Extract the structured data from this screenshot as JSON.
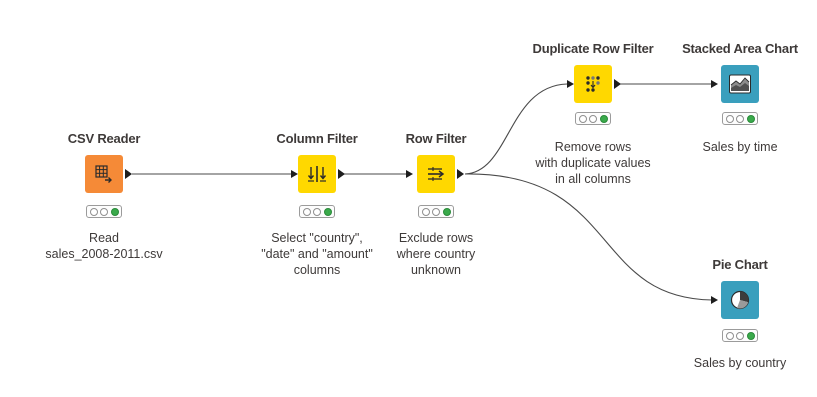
{
  "workflow": {
    "nodes": [
      {
        "id": "csv-reader",
        "title": "CSV Reader",
        "label": "Read\nsales_2008-2011.csv",
        "color": "#f58a37",
        "icon": "table-arrow-icon",
        "status": [
          "idle",
          "idle",
          "executed"
        ]
      },
      {
        "id": "column-filter",
        "title": "Column Filter",
        "label": "Select \"country\",\n\"date\" and \"amount\"\ncolumns",
        "color": "#ffd800",
        "icon": "column-filter-icon",
        "status": [
          "idle",
          "idle",
          "executed"
        ]
      },
      {
        "id": "row-filter",
        "title": "Row Filter",
        "label": "Exclude rows\nwhere country\nunknown",
        "color": "#ffd800",
        "icon": "row-filter-icon",
        "status": [
          "idle",
          "idle",
          "executed"
        ]
      },
      {
        "id": "duplicate-row-filter",
        "title": "Duplicate Row Filter",
        "label": "Remove rows\nwith duplicate values\nin all columns",
        "color": "#ffd800",
        "icon": "duplicate-filter-icon",
        "status": [
          "idle",
          "idle",
          "executed"
        ]
      },
      {
        "id": "stacked-area-chart",
        "title": "Stacked Area Chart",
        "label": "Sales by time",
        "color": "#3a9fbd",
        "icon": "area-chart-icon",
        "status": [
          "idle",
          "idle",
          "executed"
        ]
      },
      {
        "id": "pie-chart",
        "title": "Pie Chart",
        "label": "Sales by country",
        "color": "#3a9fbd",
        "icon": "pie-chart-icon",
        "status": [
          "idle",
          "idle",
          "executed"
        ]
      }
    ]
  }
}
